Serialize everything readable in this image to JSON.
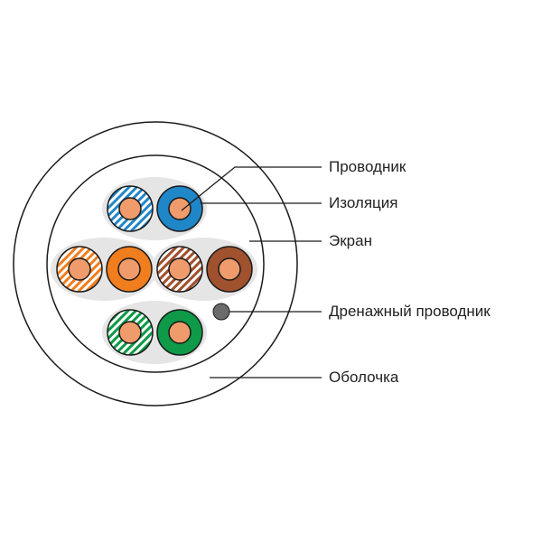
{
  "labels": {
    "conductor": "Проводник",
    "insulation": "Изоляция",
    "screen": "Экран",
    "drain_wire": "Дренажный проводник",
    "jacket": "Оболочка"
  },
  "colors": {
    "outline": "#1a1a1a",
    "copper": "#ef9b6b",
    "pair_background": "#e5e5e5",
    "blue": "#1f86c8",
    "orange": "#f07d1e",
    "brown": "#a0512d",
    "green": "#0e9a48",
    "drain": "#6b6b6b"
  },
  "pairs": [
    {
      "name": "blue-pair",
      "color_key": "blue"
    },
    {
      "name": "orange-pair",
      "color_key": "orange"
    },
    {
      "name": "brown-pair",
      "color_key": "brown"
    },
    {
      "name": "green-pair",
      "color_key": "green"
    }
  ]
}
